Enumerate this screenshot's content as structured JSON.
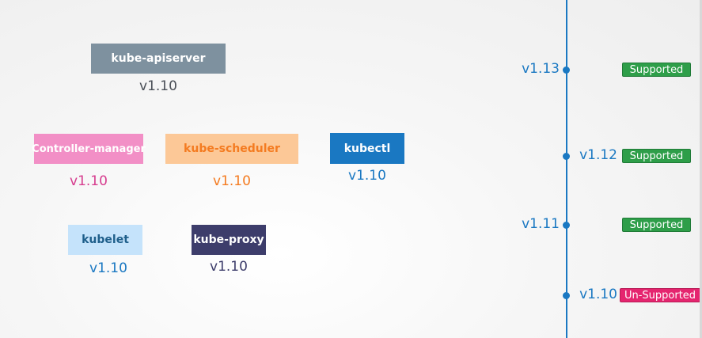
{
  "components": {
    "apiserver": {
      "label": "kube-apiserver",
      "version": "v1.10",
      "bg": "#7e919f",
      "fg": "#ffffff",
      "verColor": "#4a4f57"
    },
    "controller_manager": {
      "label": "Controller-manager",
      "version": "v1.10",
      "bg": "#f28fc6",
      "fg": "#ffffff",
      "verColor": "#d63c8e"
    },
    "scheduler": {
      "label": "kube-scheduler",
      "version": "v1.10",
      "bg": "#fcc897",
      "fg": "#f47b20",
      "verColor": "#f47b20"
    },
    "kubectl": {
      "label": "kubectl",
      "version": "v1.10",
      "bg": "#1a78c2",
      "fg": "#ffffff",
      "verColor": "#1a78c2"
    },
    "kubelet": {
      "label": "kubelet",
      "version": "v1.10",
      "bg": "#c5e3fb",
      "fg": "#1f5f8b",
      "verColor": "#1a78c2"
    },
    "kube_proxy": {
      "label": "kube-proxy",
      "version": "v1.10",
      "bg": "#3d3d6b",
      "fg": "#ffffff",
      "verColor": "#3d3d6b"
    }
  },
  "timeline": {
    "lineColor": "#1a78c2",
    "entries": [
      {
        "version": "v1.13",
        "status": "Supported",
        "statusColor": "#2e9e49"
      },
      {
        "version": "v1.12",
        "status": "Supported",
        "statusColor": "#2e9e49"
      },
      {
        "version": "v1.11",
        "status": "Supported",
        "statusColor": "#2e9e49"
      },
      {
        "version": "v1.10",
        "status": "Un-Supported",
        "statusColor": "#e5256f"
      }
    ]
  }
}
